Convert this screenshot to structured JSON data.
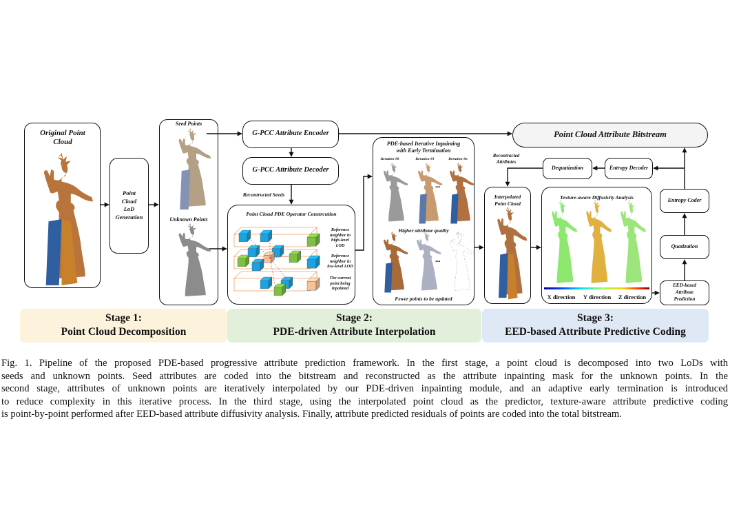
{
  "figure": {
    "boxes": {
      "original": "Original Point Cloud",
      "lod": [
        "Point",
        "Cloud",
        "LoD",
        "Generation"
      ],
      "seed_points": "Seed Points",
      "unknown_points": "Unknown Points",
      "encoder": "G-PCC Attribute Encoder",
      "decoder": "G-PCC Attribute Decoder",
      "reconstructed_seeds": "Recontructed Seeds",
      "operator": "Point Cloud PDE Operator Constrcution",
      "legend_green": [
        "Reference",
        "neighbor in",
        "high-level",
        "LOD"
      ],
      "legend_blue": [
        "Reference",
        "neighbor in",
        "low-level LOD"
      ],
      "legend_orange": [
        "The current",
        "point being",
        "inpainted"
      ],
      "inpainting_title": [
        "PDE-based Iterative  Inpainting",
        "with Early Termination"
      ],
      "iterations": [
        "Iteration #0",
        "Iteration #1",
        "Iteration #n"
      ],
      "higher_quality": "Higher attribute quality",
      "fewer_points": "Fewer points to be updated",
      "bitstream": "Point Cloud Attribute Bitstream",
      "reconstructed_attributes": [
        "Recontructed",
        "Attributes"
      ],
      "dequantization": "Dequatization",
      "entropy_decoder": "Entropy Decoder",
      "interpolated": [
        "Interpolated",
        "Point Cloud"
      ],
      "diffusivity": "Texture-aware Diffusivity Analysis",
      "directions": [
        "X direction",
        "Y direction",
        "Z direction"
      ],
      "entropy_coder": "Entropy Coder",
      "quantization": "Quatization",
      "eed_prediction": [
        "EED-based",
        "Attribute",
        "Prediction"
      ]
    },
    "stages": [
      {
        "title": "Stage 1:",
        "subtitle": "Point Cloud Decomposition",
        "color": "#fdf3dc"
      },
      {
        "title": "Stage 2:",
        "subtitle": "PDE-driven Attribute Interpolation",
        "color": "#e2efda"
      },
      {
        "title": "Stage 3:",
        "subtitle": "EED-based Attribute Predictive Coding",
        "color": "#dfe9f5"
      }
    ],
    "colors": {
      "cube_green": "#7dc142",
      "cube_blue": "#1aa3e0",
      "cube_orange": "#f6c29a",
      "grid_orange": "#f0a060",
      "silhouette": "#8c8c8c"
    }
  },
  "caption": {
    "lines": [
      "Fig. 1.   Pipeline of the proposed PDE-based progressive attribute prediction framework. In the first stage, a point cloud is decomposed into two LoDs with",
      "seeds and unknown points. Seed attributes are coded into the bitstream and reconstructed as the attribute inpainting mask for the unknown points. In the",
      "second stage, attributes of unknown points are iteratively interpolated by our PDE-driven inpainting module, and an adaptive early termination is introduced",
      "to reduce complexity in this iterative process. In the third stage, using the interpolated point cloud as the predictor, texture-aware attribute predictive coding",
      "is point-by-point performed after EED-based attribute diffusivity analysis. Finally, attribute predicted residuals of points are coded into the total bitstream."
    ]
  }
}
